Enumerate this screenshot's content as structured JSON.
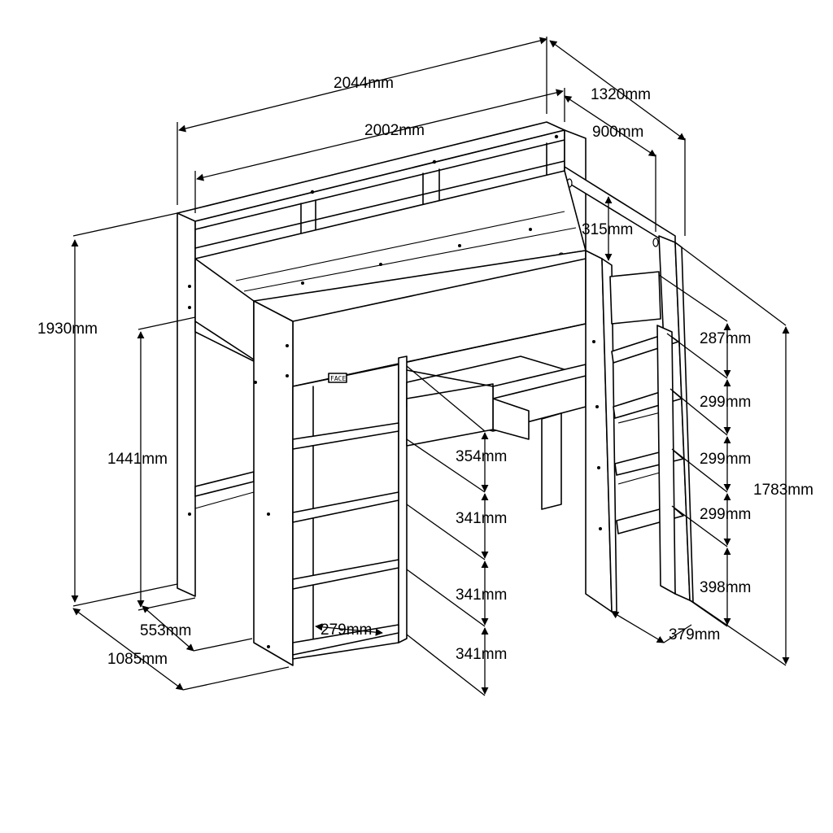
{
  "diagram": {
    "title": "",
    "dimensions": {
      "overall_length": "2044mm",
      "inner_length": "2002mm",
      "overall_depth": "1320mm",
      "ladder_depth": "900mm",
      "rail_height": "315mm",
      "overall_height": "1930mm",
      "under_bed_height": "1441mm",
      "ladder_height": "1783mm",
      "ladder_step_1": "287mm",
      "ladder_step_2": "299mm",
      "ladder_step_3": "299mm",
      "ladder_step_4": "299mm",
      "ladder_step_bottom": "398mm",
      "ladder_width": "379mm",
      "shelf_1": "354mm",
      "shelf_2": "341mm",
      "shelf_3": "341mm",
      "shelf_4": "341mm",
      "shelf_depth": "279mm",
      "end_depth": "553mm",
      "overall_width": "1085mm"
    },
    "face_tag": "FACE"
  }
}
